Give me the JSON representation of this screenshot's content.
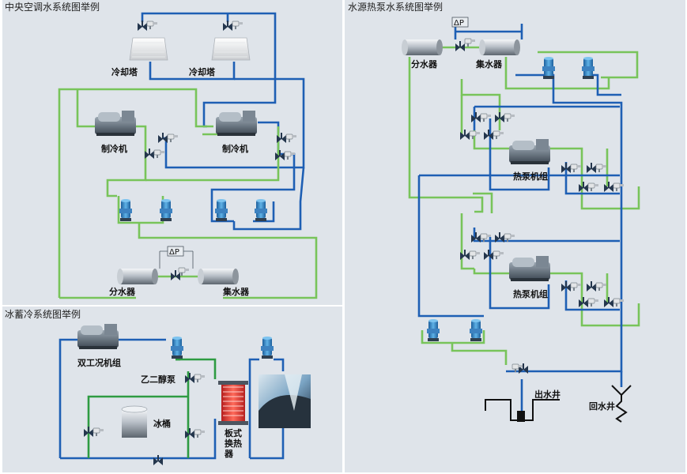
{
  "panels": {
    "central_ac": {
      "title": "中央空调水系统图举例",
      "cooling_tower_1": "冷却塔",
      "cooling_tower_2": "冷却塔",
      "chiller_1": "制冷机",
      "chiller_2": "制冷机",
      "dp_label": "ΔP",
      "supply_header": "分水器",
      "return_header": "集水器"
    },
    "ice_storage": {
      "title": "冰蓄冷系统图举例",
      "dual_chiller": "双工况机组",
      "glycol_pump": "乙二醇泵",
      "ice_tank": "冰桶",
      "plate_hx_1": "板式",
      "plate_hx_2": "换热",
      "plate_hx_3": "器"
    },
    "water_source_hp": {
      "title": "水源热泵水系统图举例",
      "dp_label": "ΔP",
      "supply_header": "分水器",
      "return_header": "集水器",
      "heat_pump_1": "热泵机组",
      "heat_pump_2": "热泵机组",
      "outlet_well": "出水井",
      "return_well": "回水井"
    }
  },
  "colors": {
    "panel_bg": "#dfe4ea",
    "supply_pipe": "#1e5fb4",
    "return_pipe": "#78c45a",
    "glycol_pipe": "#2e9b42",
    "pump": "#2f86c8",
    "valve": "#2b3d55"
  },
  "icons": [
    "cooling-tower-icon",
    "chiller-icon",
    "pump-icon",
    "valve-icon",
    "actuator-icon",
    "header-tank-icon",
    "plate-heat-exchanger-icon",
    "ice-tank-icon",
    "well-icon"
  ]
}
